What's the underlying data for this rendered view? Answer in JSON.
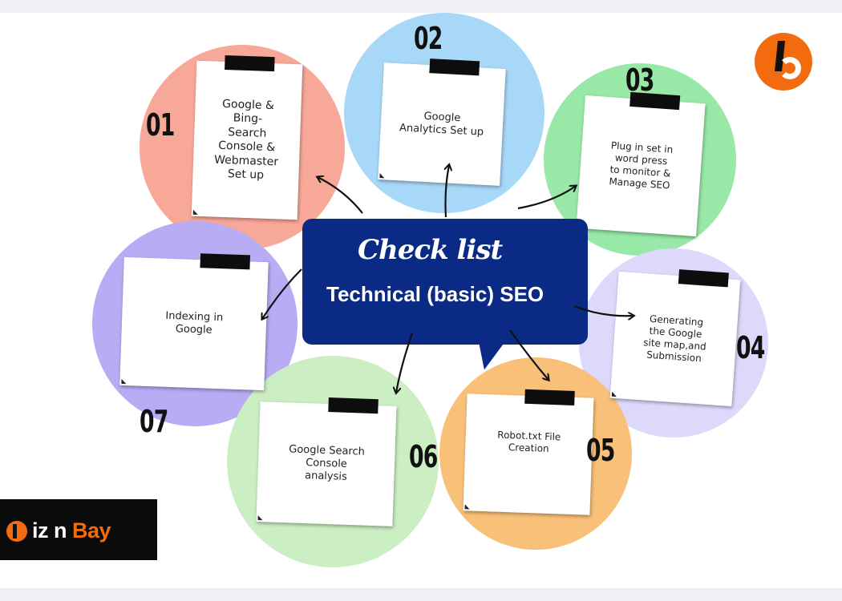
{
  "center": {
    "title": "Check list",
    "subtitle": "Technical (basic) SEO"
  },
  "steps": [
    {
      "number": "01",
      "label": "Google & Bing- Search Console & Webmaster Set up",
      "color": "#f8a898"
    },
    {
      "number": "02",
      "label": "Google Analytics Set up",
      "color": "#a8d8f8"
    },
    {
      "number": "03",
      "label": "Plug in set in word press to monitor & Manage SEO",
      "color": "#98e8a8"
    },
    {
      "number": "04",
      "label": "Generating the Google site map,and Submission",
      "color": "#d8d4f8"
    },
    {
      "number": "05",
      "label": "Robot.txt File Creation",
      "color": "#f8c078"
    },
    {
      "number": "06",
      "label": "Google Search Console analysis",
      "color": "#c8ecc0"
    },
    {
      "number": "07",
      "label": "Indexing in Google",
      "color": "#b8acf4"
    }
  ],
  "logo": {
    "name_part1": "iz n ",
    "name_part2": "Bay",
    "icon": "b-logo-icon"
  },
  "colors": {
    "center_bubble": "#0b2a85",
    "brand_orange": "#f26b0f"
  }
}
